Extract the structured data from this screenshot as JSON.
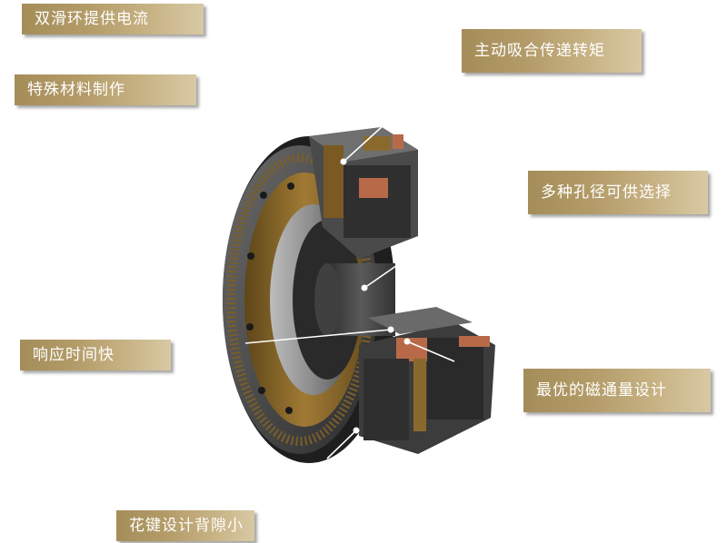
{
  "labels": {
    "dual_slip_ring": "双滑环提供电流",
    "special_material": "特殊材料制作",
    "active_attraction": "主动吸合传递转矩",
    "bore_options": "多种孔径可供选择",
    "fast_response": "响应时间快",
    "optimal_flux": "最优的磁通量设计",
    "spline_backlash": "花键设计背隙小"
  },
  "colors": {
    "label_gradient_start": "#a58d5a",
    "label_gradient_end": "#d8c9a4",
    "metal_dark": "#3a3a3a",
    "brass": "#8a6a2c",
    "copper": "#b86a48"
  }
}
